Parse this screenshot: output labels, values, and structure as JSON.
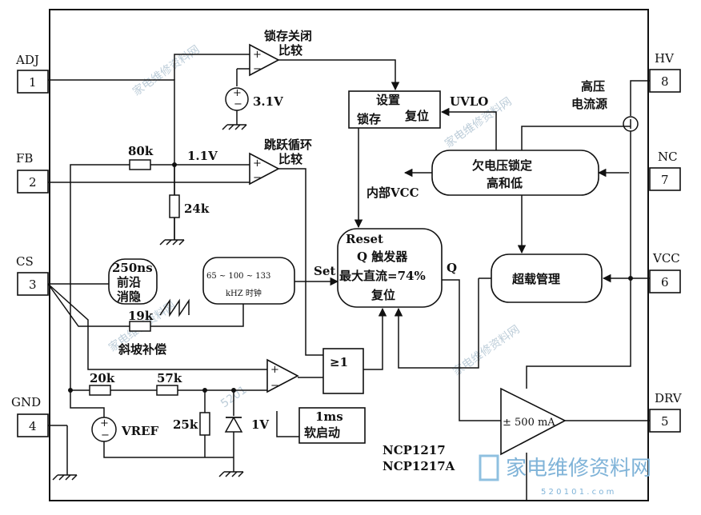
{
  "pins": {
    "adj": {
      "name": "ADJ",
      "num": "1"
    },
    "fb": {
      "name": "FB",
      "num": "2"
    },
    "cs": {
      "name": "CS",
      "num": "3"
    },
    "gnd": {
      "name": "GND",
      "num": "4"
    },
    "hv": {
      "name": "HV",
      "num": "8"
    },
    "nc": {
      "name": "NC",
      "num": "7"
    },
    "vcc": {
      "name": "VCC",
      "num": "6"
    },
    "drv": {
      "name": "DRV",
      "num": "5"
    }
  },
  "blocks": {
    "latch_comparator": [
      "锁存关闭",
      "比较"
    ],
    "skip_comparator": [
      "跳跃循环",
      "比较"
    ],
    "hv_source": [
      "高压",
      "电流源"
    ],
    "latch_box": {
      "line1": "设置",
      "line2": "锁存",
      "line3": "复位"
    },
    "uvlo_label": "UVLO",
    "uvlo_box": [
      "欠电压锁定",
      "高和低"
    ],
    "internal_vcc": "内部VCC",
    "flipflop": {
      "reset": "Reset",
      "line1": "Q 触发器",
      "line2": "最大直流=74%",
      "line3": "复位",
      "set": "Set",
      "q": "Q"
    },
    "clock": {
      "line1": "65 ~ 100 ~ 133",
      "line2": "kHZ 时钟"
    },
    "leb": [
      "250ns",
      "前沿",
      "消隐"
    ],
    "overload": "超载管理",
    "or_gate": "≥1",
    "slope_comp": "斜坡补偿",
    "driver": "± 500 mA",
    "softstart": [
      "1ms",
      "软启动"
    ],
    "vref": "VREF",
    "ref_3v1": "3.1V",
    "diode_1v": "1V",
    "part_names": [
      "NCP1217",
      "NCP1217A"
    ]
  },
  "components": {
    "r_80k": "80k",
    "v_1v1": "1.1V",
    "r_24k": "24k",
    "r_19k": "19k",
    "r_20k": "20k",
    "r_57k": "57k",
    "r_25k": "25k"
  },
  "watermarks": [
    "家电维修资料网",
    "家电维修资料网",
    "家电维修资料网",
    "家电维修资料网",
    "5201"
  ],
  "logo": {
    "text": "家电维修资料网",
    "sub": "5 2 0 1 0 1 . c o m"
  }
}
